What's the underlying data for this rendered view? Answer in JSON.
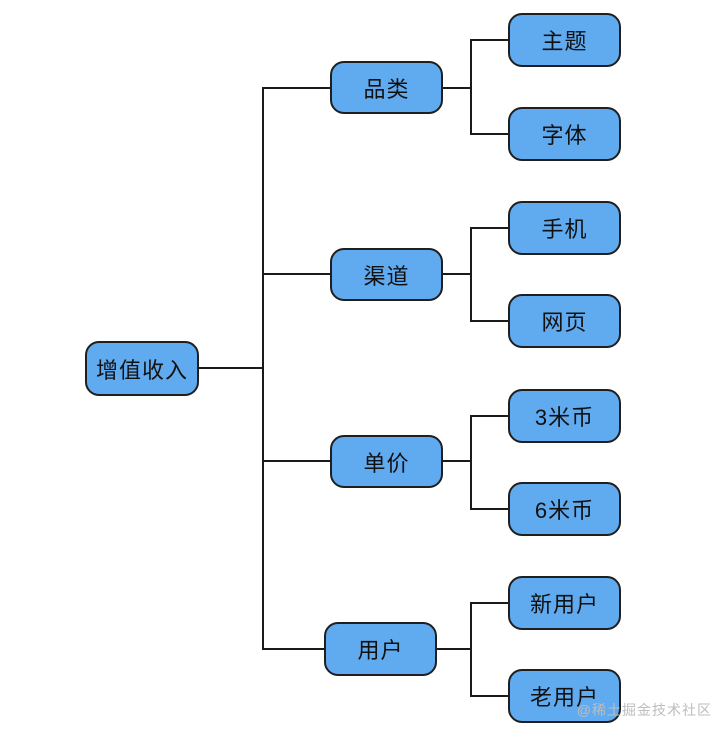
{
  "diagram": {
    "root": {
      "label": "增值收入"
    },
    "branches": [
      {
        "label": "品类",
        "children": [
          {
            "label": "主题"
          },
          {
            "label": "字体"
          }
        ]
      },
      {
        "label": "渠道",
        "children": [
          {
            "label": "手机"
          },
          {
            "label": "网页"
          }
        ]
      },
      {
        "label": "单价",
        "children": [
          {
            "label": "3米币"
          },
          {
            "label": "6米币"
          }
        ]
      },
      {
        "label": "用户",
        "children": [
          {
            "label": "新用户"
          },
          {
            "label": "老用户"
          }
        ]
      }
    ],
    "watermark": "@稀土掘金技术社区",
    "colors": {
      "node_fill": "#60AAF0",
      "node_border": "#1f1f1f",
      "connector": "#1a1a1a",
      "background": "#ffffff",
      "watermark_text": "#bdbdbd"
    }
  }
}
